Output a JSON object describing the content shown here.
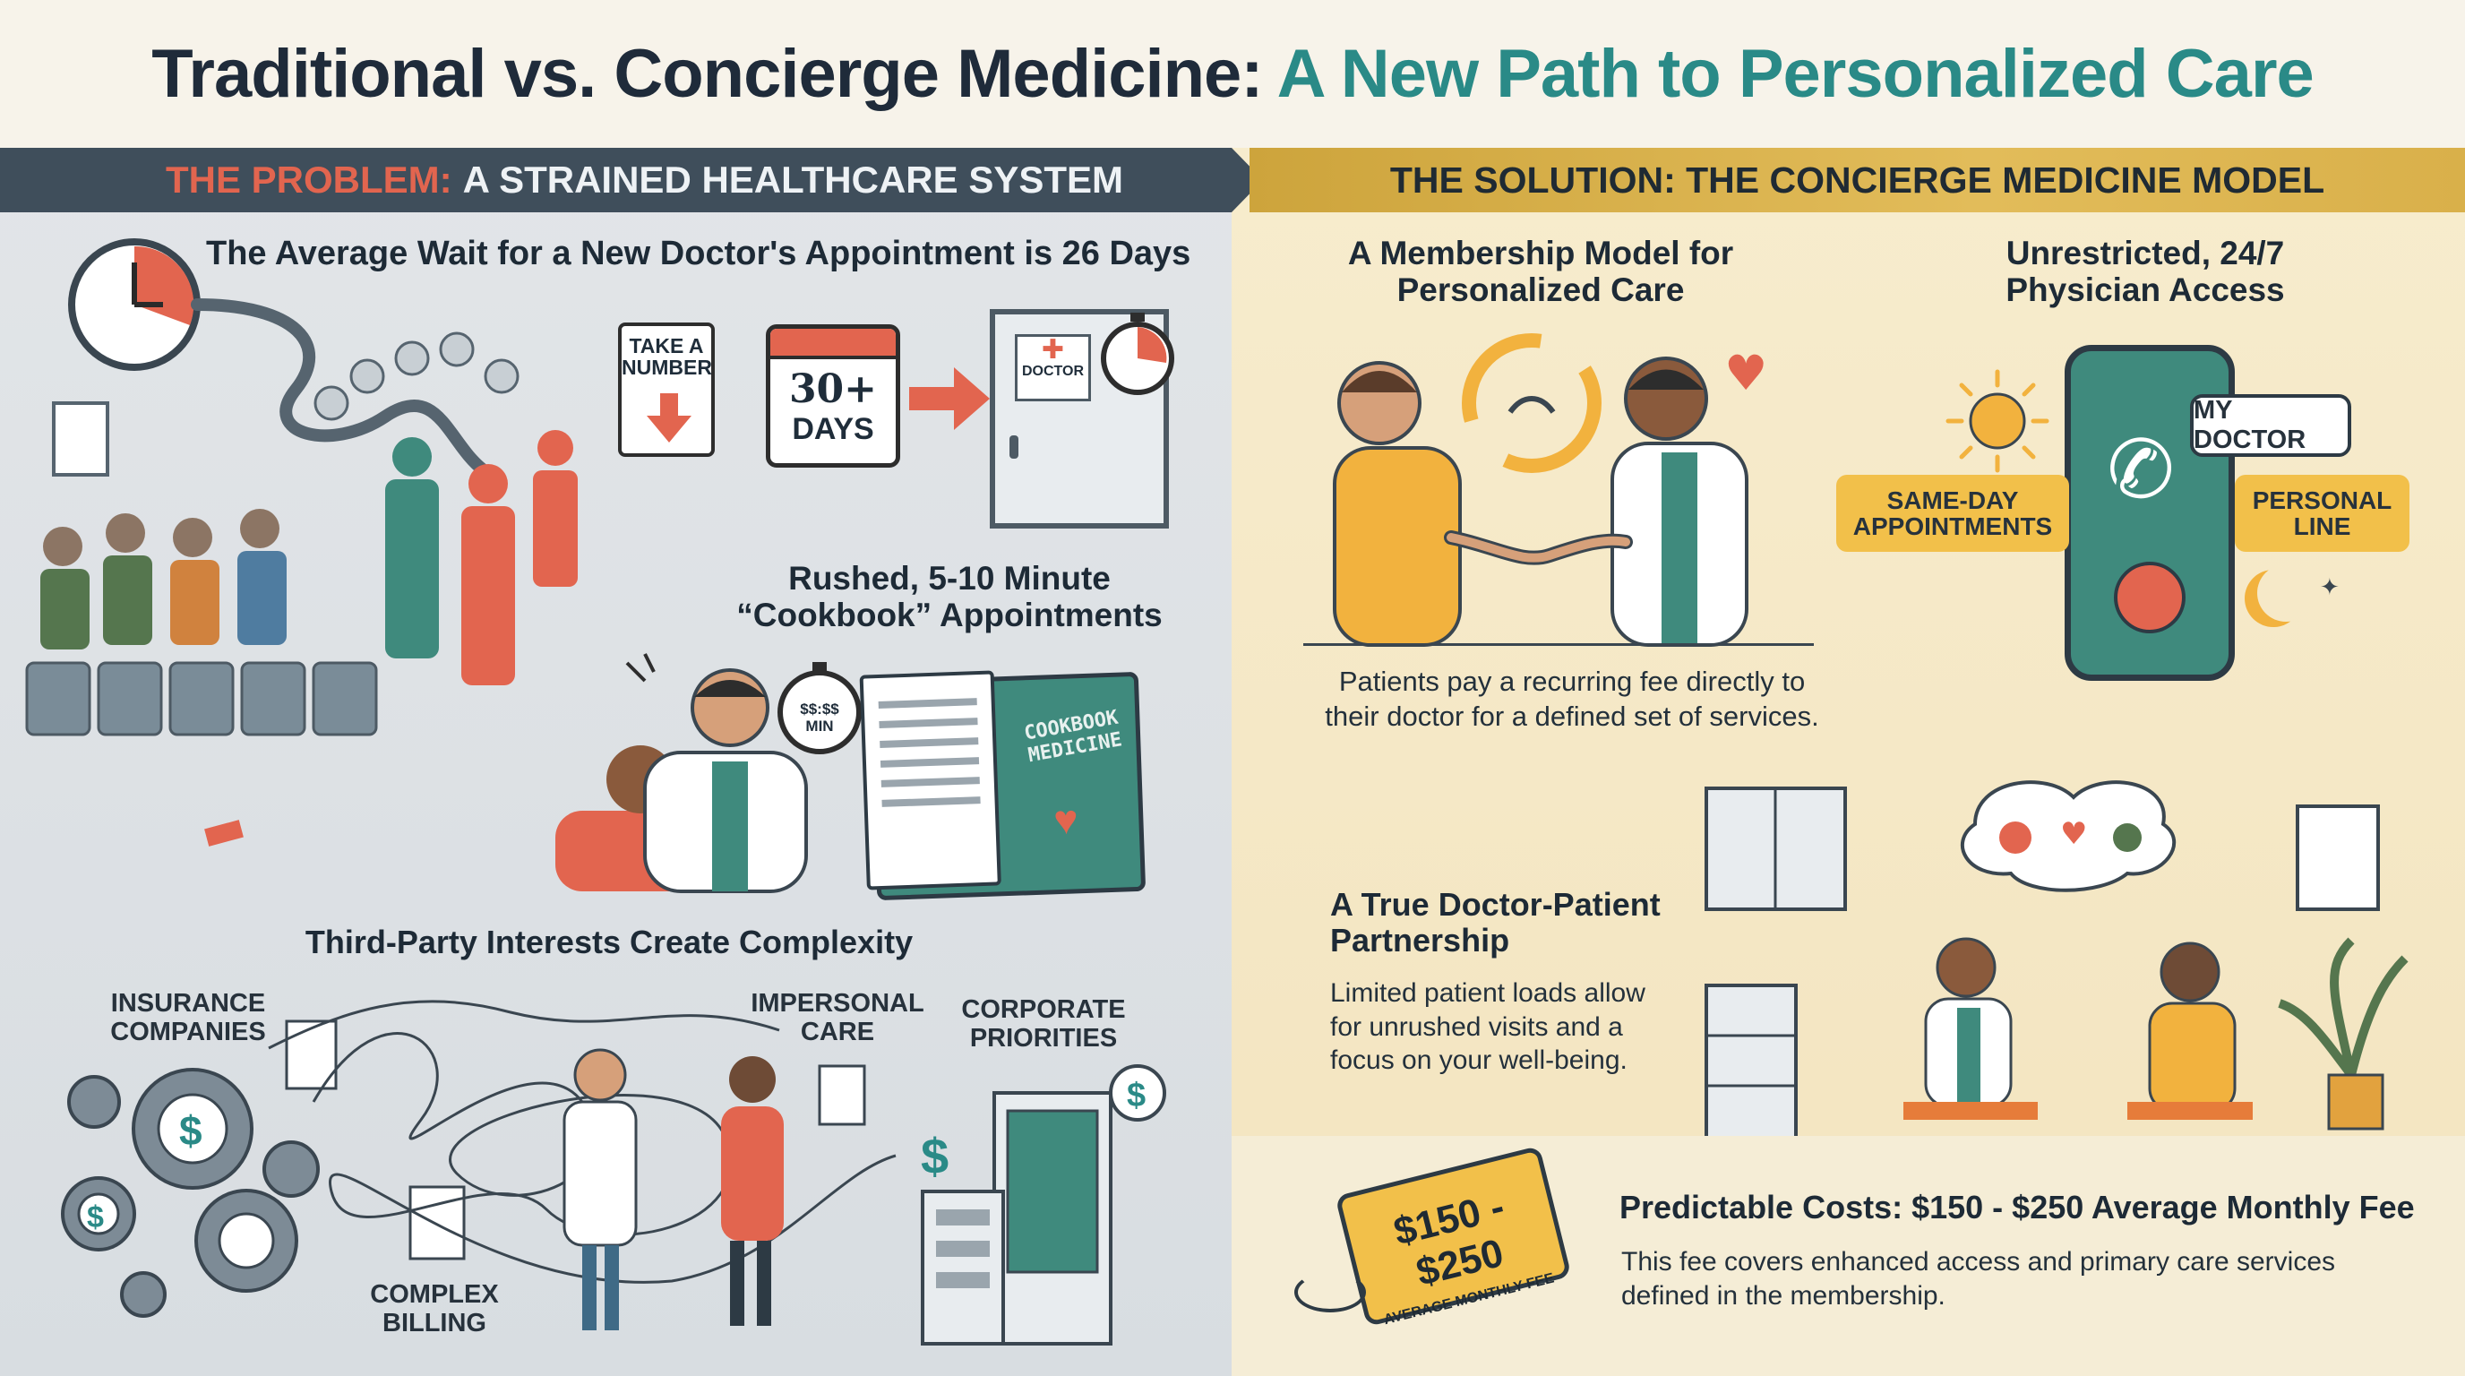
{
  "title": {
    "part1": "Traditional vs. Concierge Medicine:",
    "part2": "A New Path to Personalized Care"
  },
  "left": {
    "banner": {
      "highlight": "THE PROBLEM:",
      "rest": "A STRAINED HEALTHCARE SYSTEM"
    },
    "wait": {
      "heading": "The Average Wait for a New Doctor's Appointment is 26 Days",
      "take_number_line1": "TAKE A",
      "take_number_line2": "NUMBER",
      "calendar_line1": "30+",
      "calendar_line2": "DAYS",
      "door_sign": "DOCTOR"
    },
    "rushed": {
      "heading_line1": "Rushed, 5-10 Minute",
      "heading_line2": "“Cookbook” Appointments",
      "timer_line1": "$$:$$",
      "timer_line2": "MIN",
      "book_line1": "COOKBOOK",
      "book_line2": "MEDICINE"
    },
    "thirdparty": {
      "heading": "Third-Party Interests Create Complexity",
      "insurance": [
        "INSURANCE",
        "COMPANIES"
      ],
      "impersonal": [
        "IMPERSONAL",
        "CARE"
      ],
      "corporate": [
        "CORPORATE",
        "PRIORITIES"
      ],
      "billing": [
        "COMPLEX",
        "BILLING"
      ]
    }
  },
  "right": {
    "banner": "THE SOLUTION: THE CONCIERGE MEDICINE MODEL",
    "membership": {
      "heading_line1": "A Membership Model for",
      "heading_line2": "Personalized Care",
      "desc_line1": "Patients pay a recurring fee directly to",
      "desc_line2": "their doctor for a defined set of services."
    },
    "access": {
      "heading_line1": "Unrestricted, 24/7",
      "heading_line2": "Physician Access",
      "bubble": "MY DOCTOR",
      "left_pill": [
        "SAME-DAY",
        "APPOINTMENTS"
      ],
      "right_pill": [
        "PERSONAL",
        "LINE"
      ]
    },
    "partnership": {
      "heading_line1": "A True Doctor-Patient",
      "heading_line2": "Partnership",
      "desc_line1": "Limited patient loads allow",
      "desc_line2": "for unrushed visits and a",
      "desc_line3": "focus on your well-being."
    },
    "costs": {
      "tag_price": "$150 - $250",
      "tag_label": "AVERAGE MONTHLY FEE",
      "heading": "Predictable Costs: $150 - $250 Average Monthly Fee",
      "desc_line1": "This fee covers enhanced access and primary care services",
      "desc_line2": "defined in the membership."
    }
  },
  "colors": {
    "teal": "#2a8a87",
    "red": "#e2654f",
    "gold": "#f2c04a",
    "slate": "#3f4e5b"
  }
}
